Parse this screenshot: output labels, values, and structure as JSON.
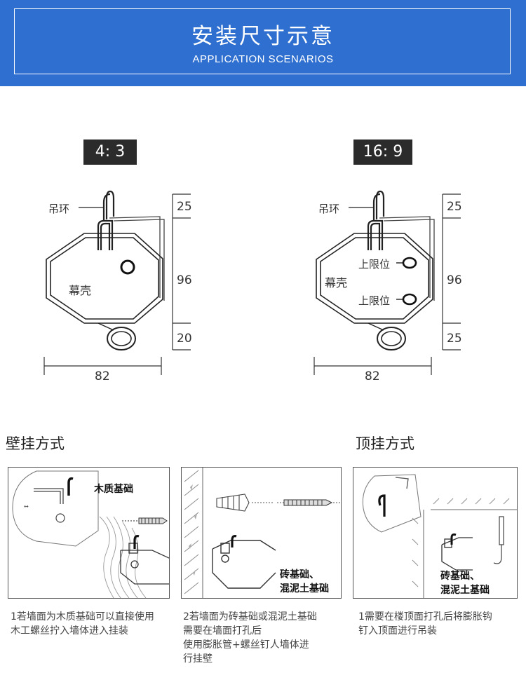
{
  "header": {
    "title": "安装尺寸示意",
    "subtitle": "APPLICATION SCENARIOS"
  },
  "diagram_left": {
    "ratio": "4: 3",
    "label_hook": "吊环",
    "label_case": "幕壳",
    "dim_top": "25",
    "dim_middle": "96",
    "dim_bottom": "20",
    "dim_width": "82"
  },
  "diagram_right": {
    "ratio": "16: 9",
    "label_hook": "吊环",
    "label_case": "幕壳",
    "label_limit_1": "上限位",
    "label_limit_2": "上限位",
    "dim_top": "25",
    "dim_middle": "96",
    "dim_bottom": "25",
    "dim_width": "82"
  },
  "wall_mount": {
    "title": "壁挂方式"
  },
  "ceiling_mount": {
    "title": "顶挂方式"
  },
  "panel1": {
    "label": "木质基础",
    "caption_lines": [
      "1若墙面为木质基础可以直接使用",
      "木工螺丝拧入墙体进入挂装"
    ]
  },
  "panel2": {
    "label_line1": "砖基础、",
    "label_line2": "混泥土基础",
    "caption_lines": [
      "2若墙面为砖基础或混泥土基础",
      "需要在墙面打孔后",
      "使用膨胀管+螺丝钉人墙体进",
      "行挂壁"
    ]
  },
  "panel3": {
    "label_line1": "砖基础、",
    "label_line2": "混泥土基础",
    "caption_lines": [
      "1需要在楼顶面打孔后将膨胀钩",
      "钉入顶面进行吊装"
    ]
  },
  "colors": {
    "header_bg": "#2f6fd0",
    "badge_bg": "#2b2b2b"
  }
}
